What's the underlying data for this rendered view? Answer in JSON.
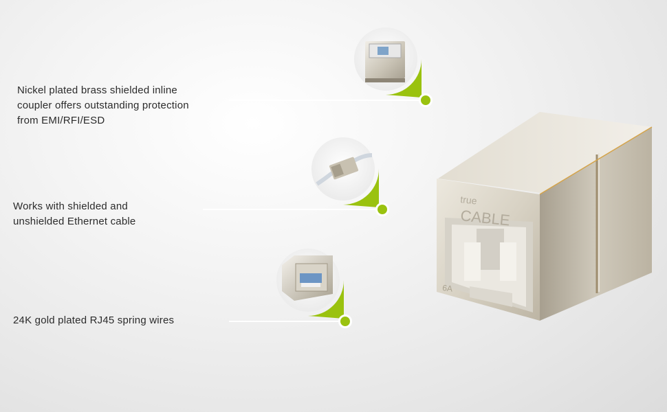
{
  "colors": {
    "accent": "#9ac20f",
    "background": "#ececec",
    "text": "#2b2b2b"
  },
  "features": [
    {
      "text": "Nickel plated brass shielded inline\ncoupler offers outstanding protection\nfrom EMI/RFI/ESD",
      "image": "coupler-end-view"
    },
    {
      "text": "Works with shielded and\nunshielded Ethernet cable",
      "image": "coupler-with-cables"
    },
    {
      "text": "24K gold plated RJ45 spring wires",
      "image": "rj45-port-closeup"
    }
  ],
  "product": {
    "brand_line1": "true",
    "brand_line2": "CABLE",
    "category_mark": "6A"
  }
}
